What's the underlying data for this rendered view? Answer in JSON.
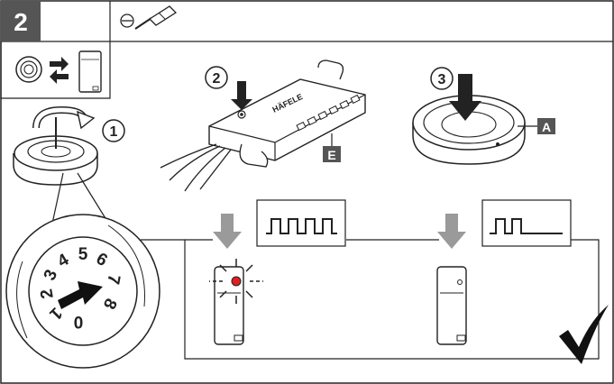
{
  "step": {
    "number": "2"
  },
  "callouts": {
    "one": "1",
    "two": "2",
    "three": "3"
  },
  "badges": {
    "a": "A",
    "e": "E"
  },
  "hafele_text": "HÄFELE",
  "dial_digits": [
    "0",
    "1",
    "2",
    "3",
    "4",
    "5",
    "6",
    "7",
    "8"
  ],
  "colors": {
    "badge_bg": "#555555",
    "arrow_gray": "#9a9a9a",
    "line": "#222222",
    "led_red": "#e02020"
  },
  "icons": [
    "screwdriver-icon",
    "swap-arrows-icon",
    "checkmark-icon",
    "click-arrow-icon"
  ]
}
